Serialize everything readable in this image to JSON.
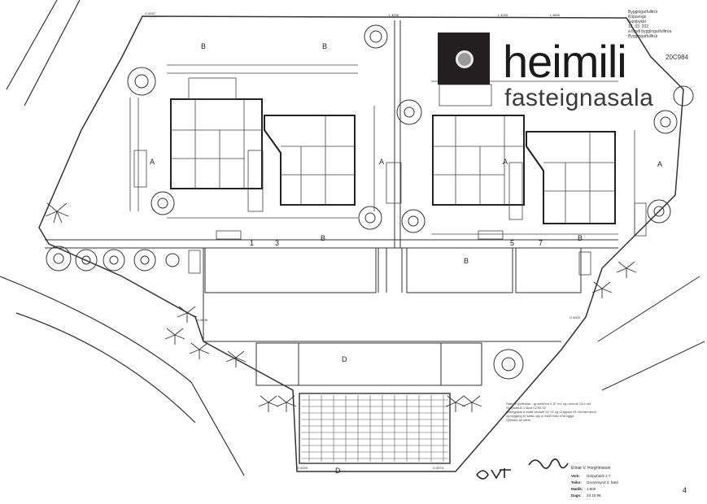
{
  "brand": {
    "name": "heimili",
    "tagline": "fasteignasala",
    "colors": {
      "mark": "#231f20",
      "ring": "#e9e9e9"
    }
  },
  "stamp": {
    "line1": "Byggingarfulltrúi",
    "line2": "Kópavogs",
    "line3": "Samþykkt",
    "date": "13. 03. 202",
    "line5": "á fundi byggingarfulltrúa",
    "line6": "Byggingarfulltrúi",
    "code": "20C984"
  },
  "plan": {
    "unit_numbers": [
      "1",
      "3",
      "5",
      "7"
    ],
    "section_marks": [
      "A",
      "A",
      "A",
      "A",
      "B",
      "B",
      "B",
      "B",
      "B",
      "D",
      "D"
    ],
    "points": [
      "G 6037",
      "L 4200",
      "L 4200",
      "L 4600",
      "G 6029",
      "G 6074",
      "G 6045",
      "G 6022"
    ]
  },
  "notes": {
    "line1": "Stærðir gólfeiðlar - grunnflötur 6,57 m2 og rúmmál 13,6 m3",
    "line2": "Gólfplata B 1 skuli 02 06 02",
    "line3": "Gilebyjakat á svalir skulaer 02 02 og Gröpplat 04 Gleðarmprod",
    "line4": "og bygging er sæta upp á mikið eldki eða liggja",
    "line5": "Gjöldsla að sæta"
  },
  "titleblock": {
    "signature_name": "Elínar V. Þorgrímsson",
    "rows": [
      {
        "key": "Verk:",
        "value": "Gnípuheiði 1-7"
      },
      {
        "key": "Teikn:",
        "value": "Grunnmynd 3. hæð"
      },
      {
        "key": "Mælik:",
        "value": "1:500"
      },
      {
        "key": "Dags:",
        "value": "23.10.98"
      }
    ]
  },
  "page_number": "4"
}
